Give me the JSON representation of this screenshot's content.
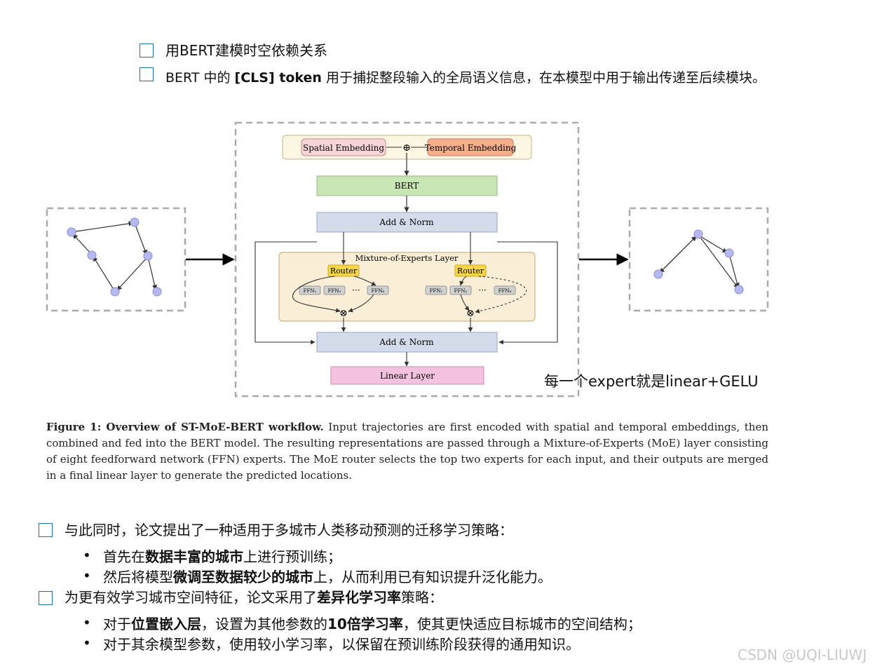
{
  "top": {
    "line1": "用BERT建模时空依赖关系",
    "line2_prefix": "BERT 中的 ",
    "line2_bold": "[CLS] token",
    "line2_suffix": " 用于捕捉整段输入的全局语义信息，在本模型中用于输出传递至后续模块。"
  },
  "diagram": {
    "spatial": "Spatial Embedding",
    "temporal": "Temporal Embedding",
    "plus": "⊕",
    "bert": "BERT",
    "addnorm1": "Add & Norm",
    "moe": "Mixture-of-Experts Layer",
    "router_left": "Router",
    "router_right": "Router",
    "ffn1": "FFN₁",
    "ffn2": "FFN₂",
    "ffnk": "FFN₈",
    "dots": "···",
    "otimes": "⊗",
    "addnorm2": "Add & Norm",
    "linear": "Linear Layer",
    "colors": {
      "spatial_fill": "#f7d4d8",
      "temporal_fill": "#f5b08a",
      "embed_bg": "#fbf6e2",
      "bert_fill": "#c8e6b4",
      "norm_fill": "#d4dcec",
      "moe_bg": "#fbeed6",
      "router_fill": "#f8d64a",
      "linear_fill": "#f2c2df",
      "node_fill": "#b6b8f0"
    }
  },
  "note": "每一个expert就是linear+GELU",
  "caption": {
    "bold": "Figure 1: Overview of ST-MoE-BERT workflow.",
    "text": " Input trajectories are first encoded with spatial and temporal embeddings, then combined and fed into the BERT model. The resulting representations are passed through a Mixture-of-Experts (MoE) layer consisting of eight feedforward network (FFN) experts. The MoE router selects the top two experts for each input, and their outputs are merged in a final linear layer to generate the predicted locations."
  },
  "section1": {
    "heading": "与此同时，论文提出了一种适用于多城市人类移动预测的迁移学习策略：",
    "b1_pre": "首先在",
    "b1_bold": "数据丰富的城市",
    "b1_post": "上进行预训练；",
    "b2_pre": "然后将模型",
    "b2_bold": "微调至数据较少的城市",
    "b2_post": "上，从而利用已有知识提升泛化能力。"
  },
  "section2": {
    "heading_pre": "为更有效学习城市空间特征，论文采用了",
    "heading_bold": "差异化学习率",
    "heading_post": "策略：",
    "b1_pre": "对于",
    "b1_bold1": "位置嵌入层",
    "b1_mid": "，设置为其他参数的",
    "b1_bold2": "10倍学习率",
    "b1_post": "，使其更快适应目标城市的空间结构；",
    "b2": "对于其余模型参数，使用较小学习率，以保留在预训练阶段获得的通用知识。"
  },
  "bullet_glyph": "•",
  "watermark": "CSDN @UQI-LIUWJ"
}
